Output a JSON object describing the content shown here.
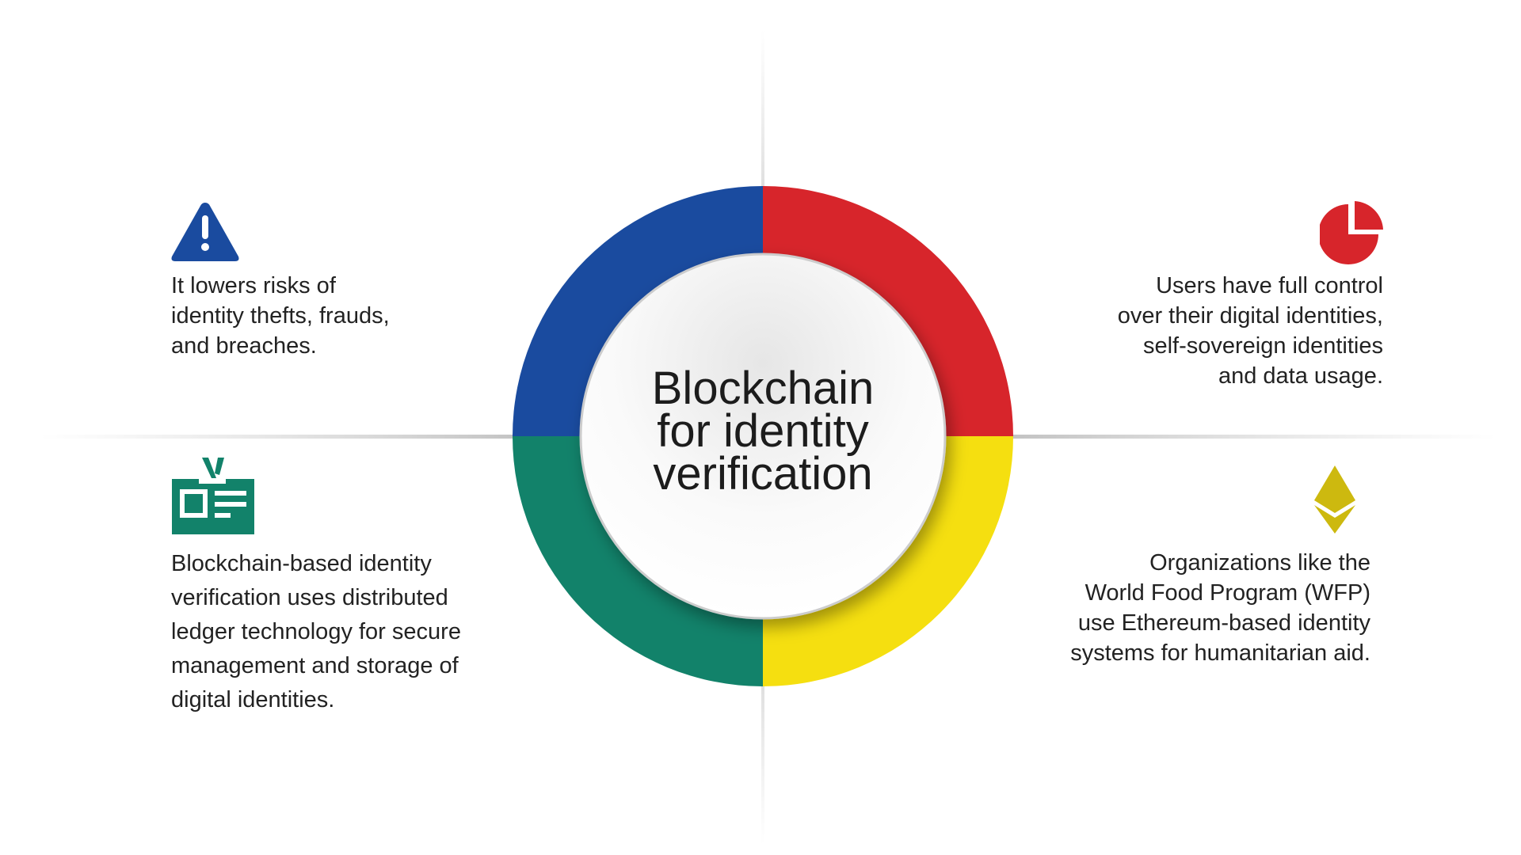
{
  "center": {
    "title_lines": [
      "Blockchain",
      "for identity",
      "verification"
    ]
  },
  "quadrants": [
    {
      "position": "top-left",
      "icon": "warning-icon",
      "color": "#1a4b9f",
      "lines": [
        "It lowers risks of",
        "identity thefts, frauds,",
        "and breaches."
      ]
    },
    {
      "position": "top-right",
      "icon": "pie-chart-icon",
      "color": "#d7252b",
      "lines": [
        "Users have full control",
        "over their digital identities,",
        "self-sovereign identities",
        "and data usage."
      ]
    },
    {
      "position": "bottom-left",
      "icon": "id-card-icon",
      "color": "#12826a",
      "lines": [
        "Blockchain-based identity",
        "verification uses distributed",
        "ledger technology for secure",
        "management and storage of",
        "digital identities."
      ]
    },
    {
      "position": "bottom-right",
      "icon": "ethereum-icon",
      "color": "#f5df10",
      "lines": [
        "Organizations like the",
        "World Food Program (WFP)",
        "use Ethereum-based identity",
        "systems for humanitarian aid."
      ]
    }
  ]
}
